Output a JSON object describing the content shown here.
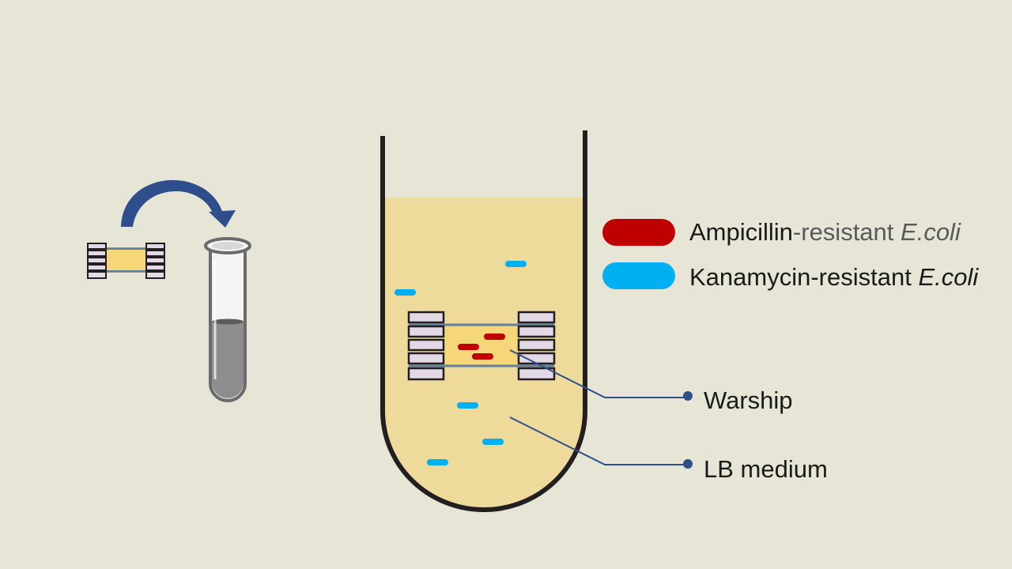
{
  "colors": {
    "background": "#e7e5d5",
    "medium": "#eedb9b",
    "warship_fill": "#f5d77a",
    "ampicillin": "#c00000",
    "kanamycin": "#00b0f0",
    "arrow": "#2e4f8c",
    "pointer_line": "#2e4f8c",
    "container": "#231f20",
    "float_block": "#e3d9e6"
  },
  "legend": {
    "ampicillin": {
      "part1": "Ampicillin",
      "part2": "-resistant ",
      "organism": "E.coli",
      "color": "#c00000"
    },
    "kanamycin": {
      "part1": "Kanamycin-resistant ",
      "organism": "E.coli",
      "color": "#00b0f0"
    }
  },
  "labels": {
    "warship": "Warship",
    "lb_medium": "LB medium"
  },
  "icons": [
    "curved-arrow-icon",
    "test-tube-icon",
    "warship-icon"
  ]
}
